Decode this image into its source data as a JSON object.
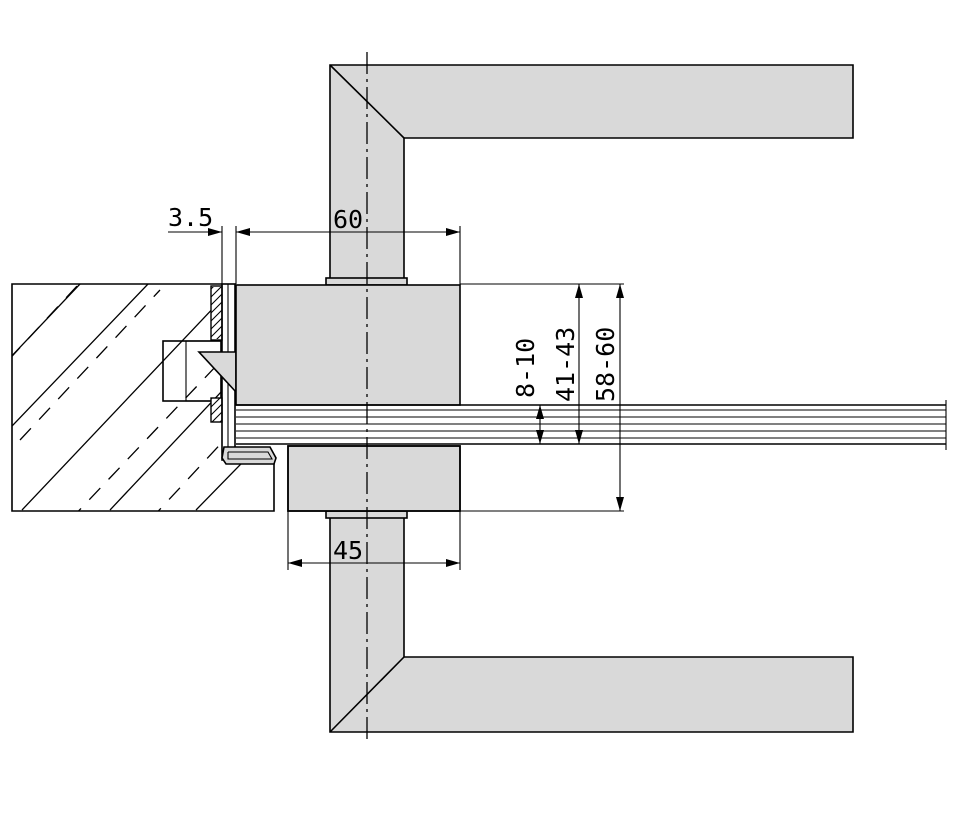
{
  "dimensions": {
    "gap": "3.5",
    "rose_diameter": "60",
    "spindle_diameter": "45",
    "door_range_small": "8-10",
    "door_range_medium": "41-43",
    "door_range_large": "58-60"
  },
  "colors": {
    "part_fill": "#d9d9d9",
    "line": "#000000"
  }
}
